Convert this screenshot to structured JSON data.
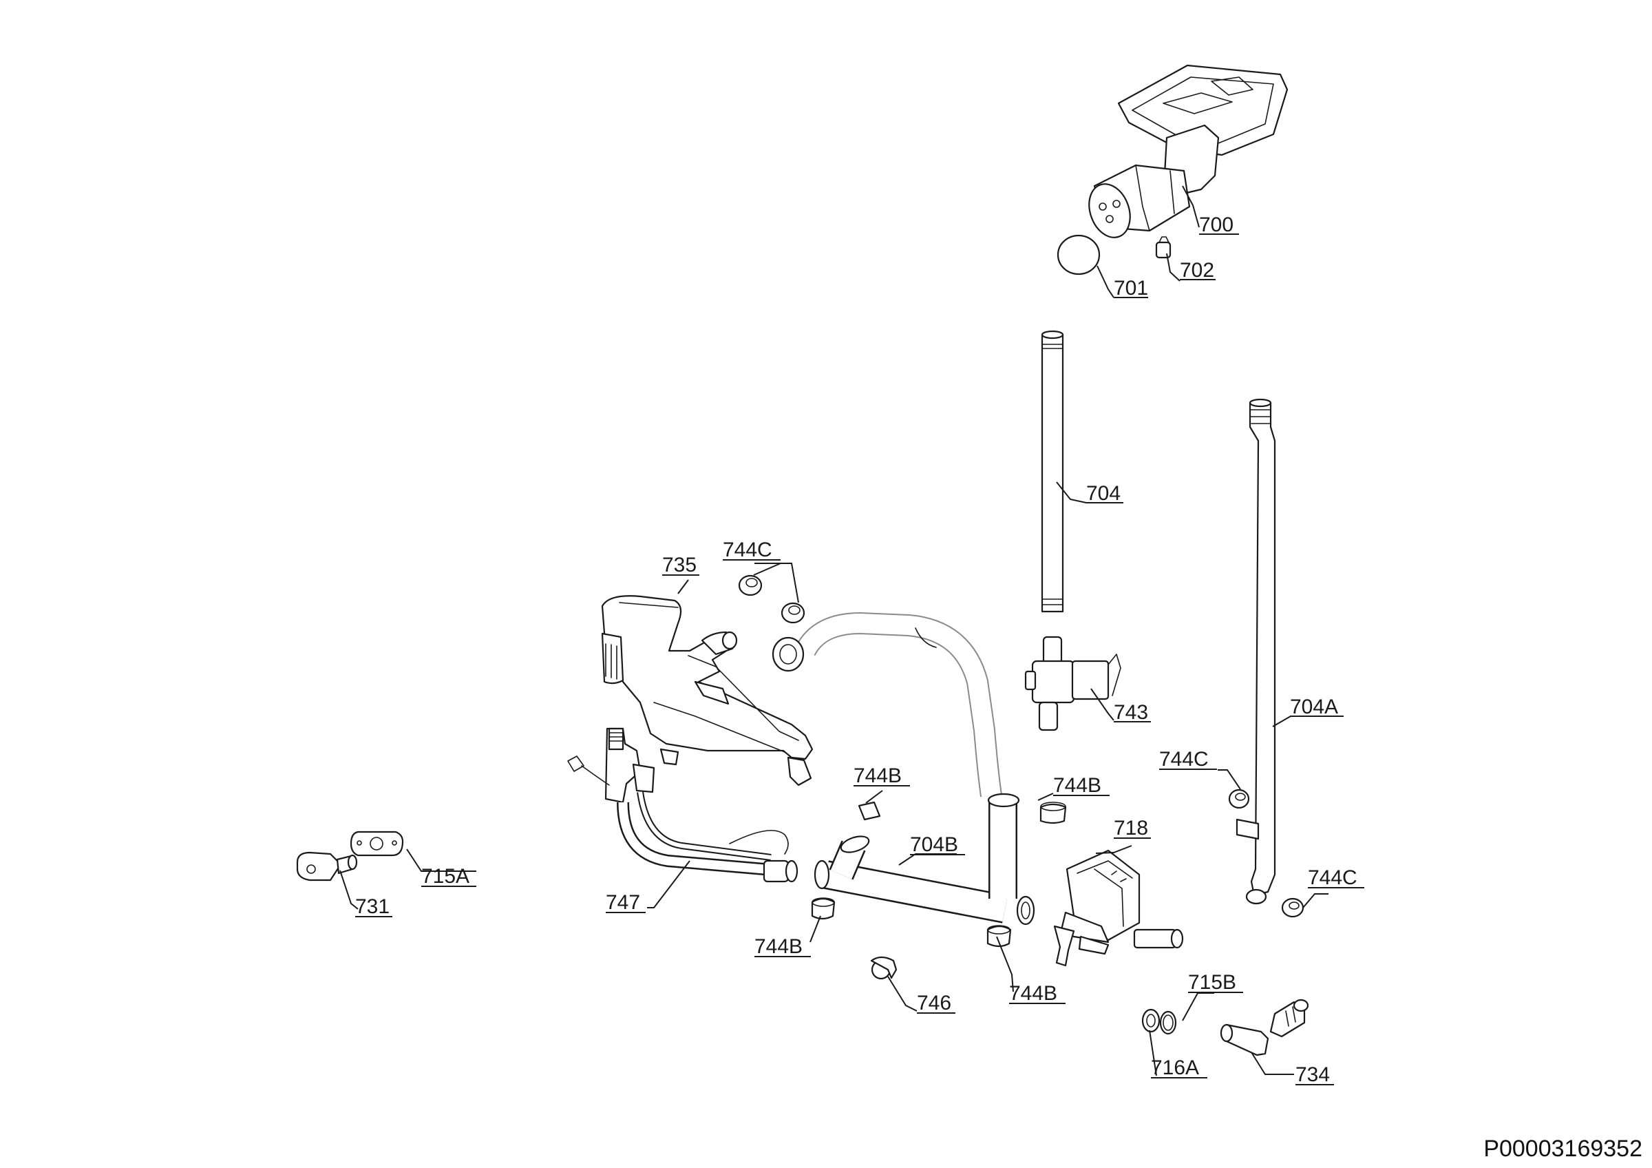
{
  "document_code": "P00003169352",
  "callouts": {
    "c700": "700",
    "c701": "701",
    "c702": "702",
    "c704": "704",
    "c704A": "704A",
    "c704B": "704B",
    "c715A": "715A",
    "c715B": "715B",
    "c716A": "716A",
    "c718": "718",
    "c731": "731",
    "c734": "734",
    "c735": "735",
    "c743": "743",
    "c744B_1": "744B",
    "c744B_2": "744B",
    "c744B_3": "744B",
    "c744B_4": "744B",
    "c744C_1": "744C",
    "c744C_2": "744C",
    "c744C_3": "744C",
    "c746": "746",
    "c747": "747"
  }
}
